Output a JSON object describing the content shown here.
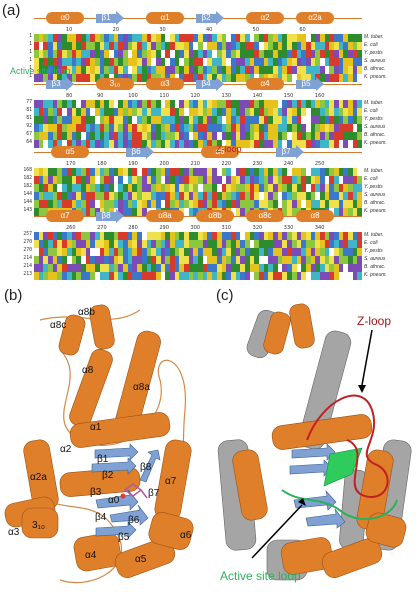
{
  "panels": {
    "a": "(a)",
    "b": "(b)",
    "c": "(c)"
  },
  "species": [
    "M. tuber.",
    "E. coli",
    "Y. pestis",
    "S. aureus",
    "B. afnrac.",
    "K. pneum."
  ],
  "blocks": [
    {
      "ticks": [
        "10",
        "20",
        "30",
        "40",
        "50",
        "60"
      ],
      "starts": [
        "1",
        "1",
        "1",
        "1",
        "1",
        "1"
      ],
      "elements": [
        {
          "type": "helix",
          "label": "α0"
        },
        {
          "type": "strand",
          "label": "β1"
        },
        {
          "type": "helix",
          "label": "α1"
        },
        {
          "type": "strand",
          "label": "β2"
        },
        {
          "type": "helix",
          "label": "α2"
        },
        {
          "type": "helix",
          "label": "α2a"
        }
      ]
    },
    {
      "ticks": [
        "80",
        "90",
        "100",
        "110",
        "120",
        "130",
        "140",
        "150",
        "160"
      ],
      "starts": [
        "77",
        "81",
        "81",
        "92",
        "67",
        "64"
      ],
      "elements": [
        {
          "type": "strand",
          "label": "β3"
        },
        {
          "type": "helix",
          "label": "3₁₀"
        },
        {
          "type": "helix",
          "label": "α3"
        },
        {
          "type": "strand",
          "label": "β4"
        },
        {
          "type": "helix",
          "label": "α4"
        },
        {
          "type": "strand",
          "label": "β5"
        }
      ],
      "annotation": "Active site loop"
    },
    {
      "ticks": [
        "170",
        "180",
        "190",
        "200",
        "210",
        "220",
        "230",
        "240",
        "250"
      ],
      "starts": [
        "168",
        "182",
        "182",
        "144",
        "144",
        "143"
      ],
      "elements": [
        {
          "type": "helix",
          "label": "α5"
        },
        {
          "type": "strand",
          "label": "β6"
        },
        {
          "type": "helix",
          "label": "α6"
        },
        {
          "type": "strand",
          "label": "β7"
        }
      ],
      "annotation": "Z-loop"
    },
    {
      "ticks": [
        "260",
        "270",
        "280",
        "290",
        "300",
        "310",
        "320",
        "330",
        "340"
      ],
      "starts": [
        "257",
        "270",
        "270",
        "214",
        "214",
        "213"
      ],
      "elements": [
        {
          "type": "helix",
          "label": "α7"
        },
        {
          "type": "strand",
          "label": "β8"
        },
        {
          "type": "helix",
          "label": "α8a"
        },
        {
          "type": "helix",
          "label": "α8b"
        },
        {
          "type": "helix",
          "label": "α8c"
        },
        {
          "type": "helix",
          "label": "α8"
        }
      ]
    }
  ],
  "structure_b_labels": [
    "α8c",
    "α8b",
    "α8",
    "α8a",
    "α1",
    "α2",
    "β1",
    "β2",
    "β8",
    "α2a",
    "β3",
    "α0",
    "β7",
    "α7",
    "α3",
    "3₁₀",
    "β4",
    "β6",
    "β5",
    "α4",
    "α5",
    "α6"
  ],
  "structure_c_labels": {
    "zloop": "Z-loop",
    "active": "Active site loop"
  },
  "colors": {
    "helix": "#e07f2a",
    "strand": "#7fa1d3",
    "zloop": "#c0201f",
    "active": "#2bb15a",
    "grey": "#a5a5a5"
  }
}
